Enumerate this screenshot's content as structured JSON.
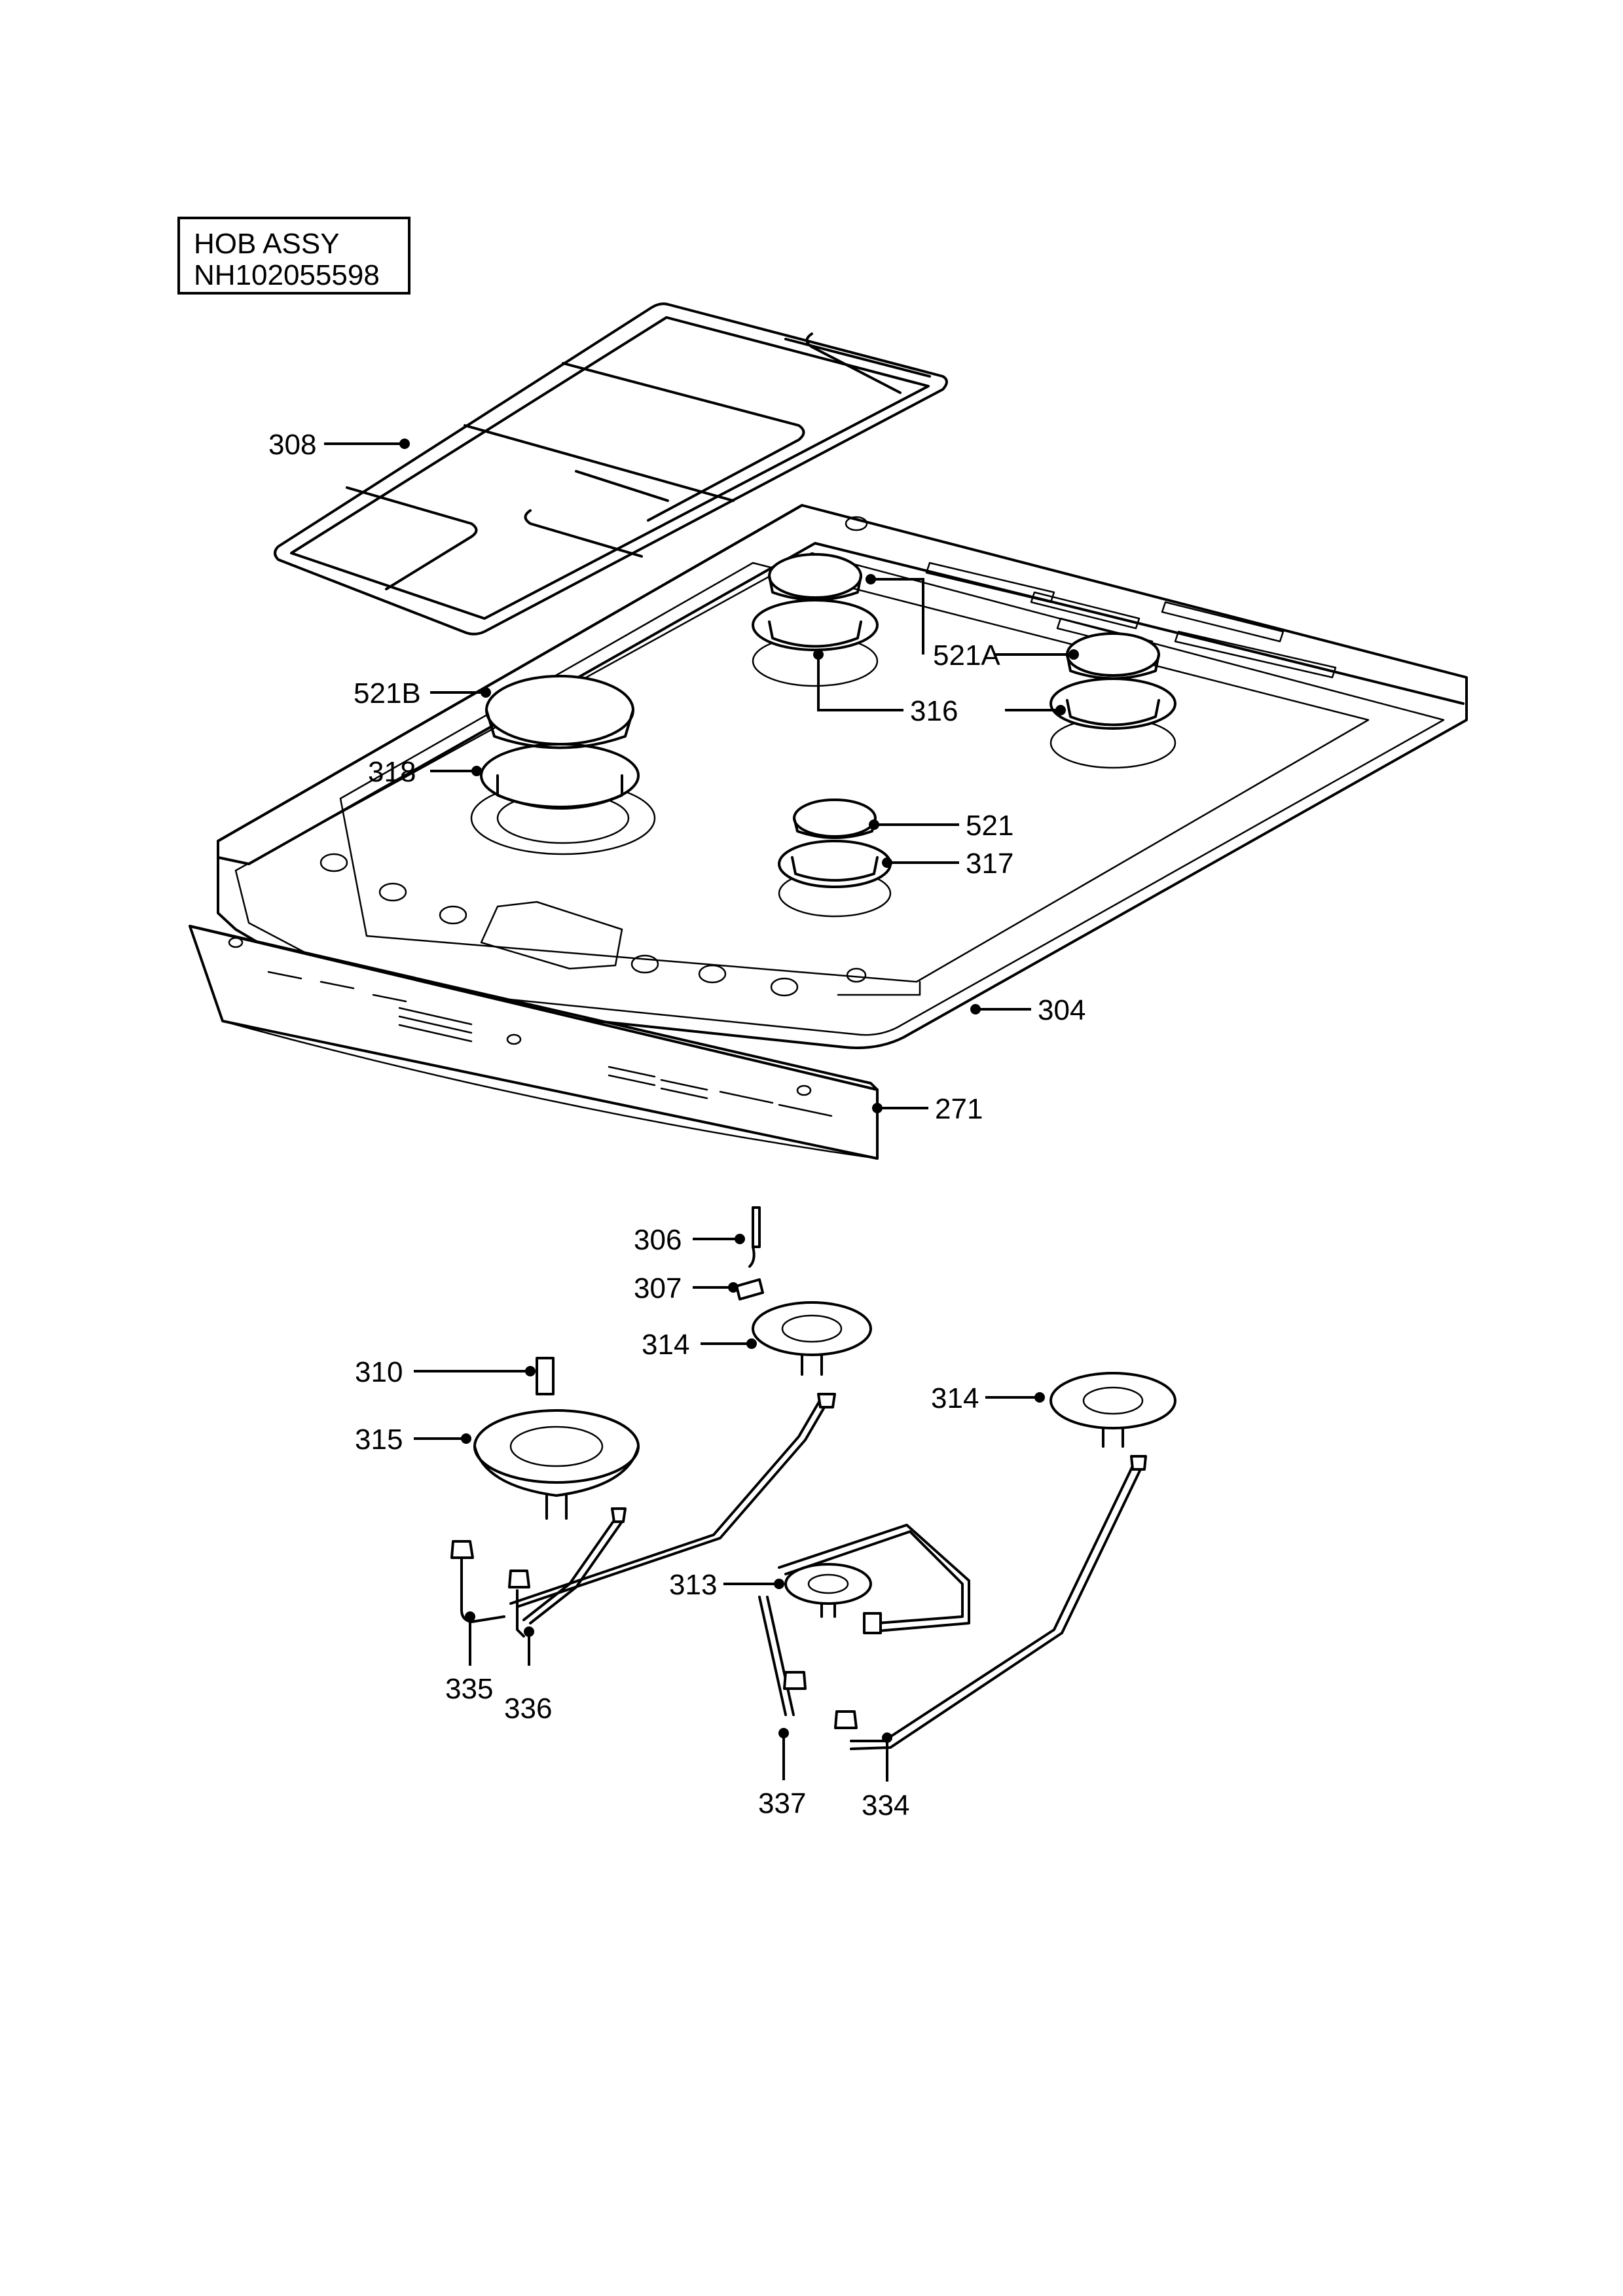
{
  "title_box": {
    "line1": "HOB ASSY",
    "line2": "NH102055598"
  },
  "callouts": {
    "c308": "308",
    "c521B": "521B",
    "c318": "318",
    "c521A": "521A",
    "c316": "316",
    "c521": "521",
    "c317": "317",
    "c304": "304",
    "c271": "271",
    "c306": "306",
    "c307": "307",
    "c314a": "314",
    "c314b": "314",
    "c310": "310",
    "c315": "315",
    "c313": "313",
    "c335": "335",
    "c336": "336",
    "c337": "337",
    "c334": "334"
  },
  "line_color": "#000000",
  "background": "#ffffff"
}
